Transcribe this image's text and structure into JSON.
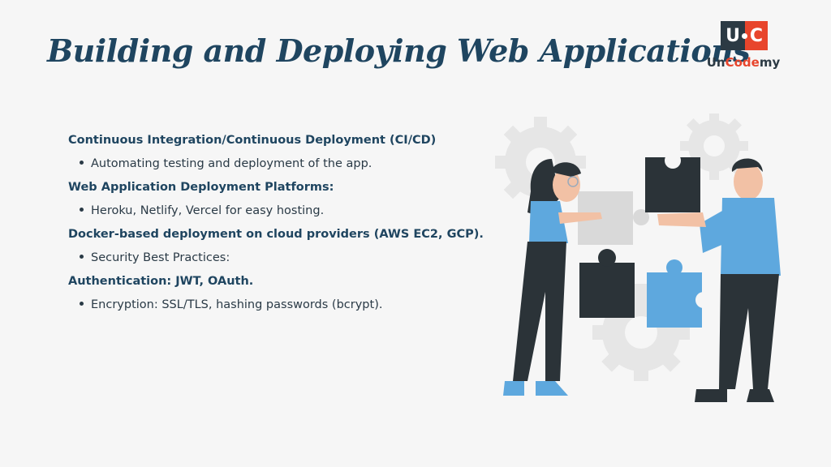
{
  "slide": {
    "title": "Building and Deploying Web Applications",
    "logo": {
      "letter_left": "U",
      "letter_right": "C",
      "name_part1": "Un",
      "name_part2": "Code",
      "name_part3": "my"
    }
  },
  "content": {
    "items": [
      {
        "heading": "Continuous Integration/Continuous Deployment (CI/CD)",
        "bullet": "Automating testing and deployment of the app."
      },
      {
        "heading": "Web Application Deployment Platforms:",
        "bullet": "Heroku, Netlify, Vercel for easy hosting."
      },
      {
        "heading": "Docker-based deployment on cloud providers (AWS EC2, GCP).",
        "bullet": "Security Best Practices:"
      },
      {
        "heading": "Authentication: JWT, OAuth.",
        "bullet": "Encryption: SSL/TLS, hashing passwords (bcrypt)."
      }
    ]
  },
  "colors": {
    "title": "#1f4560",
    "accent_red": "#e8452c",
    "dark": "#2c3a44",
    "puzzle_blue": "#5ea8de",
    "background": "#f6f6f6"
  },
  "illustration": {
    "icons": [
      "gear-icon",
      "puzzle-piece-icon",
      "person-woman",
      "person-man"
    ]
  }
}
